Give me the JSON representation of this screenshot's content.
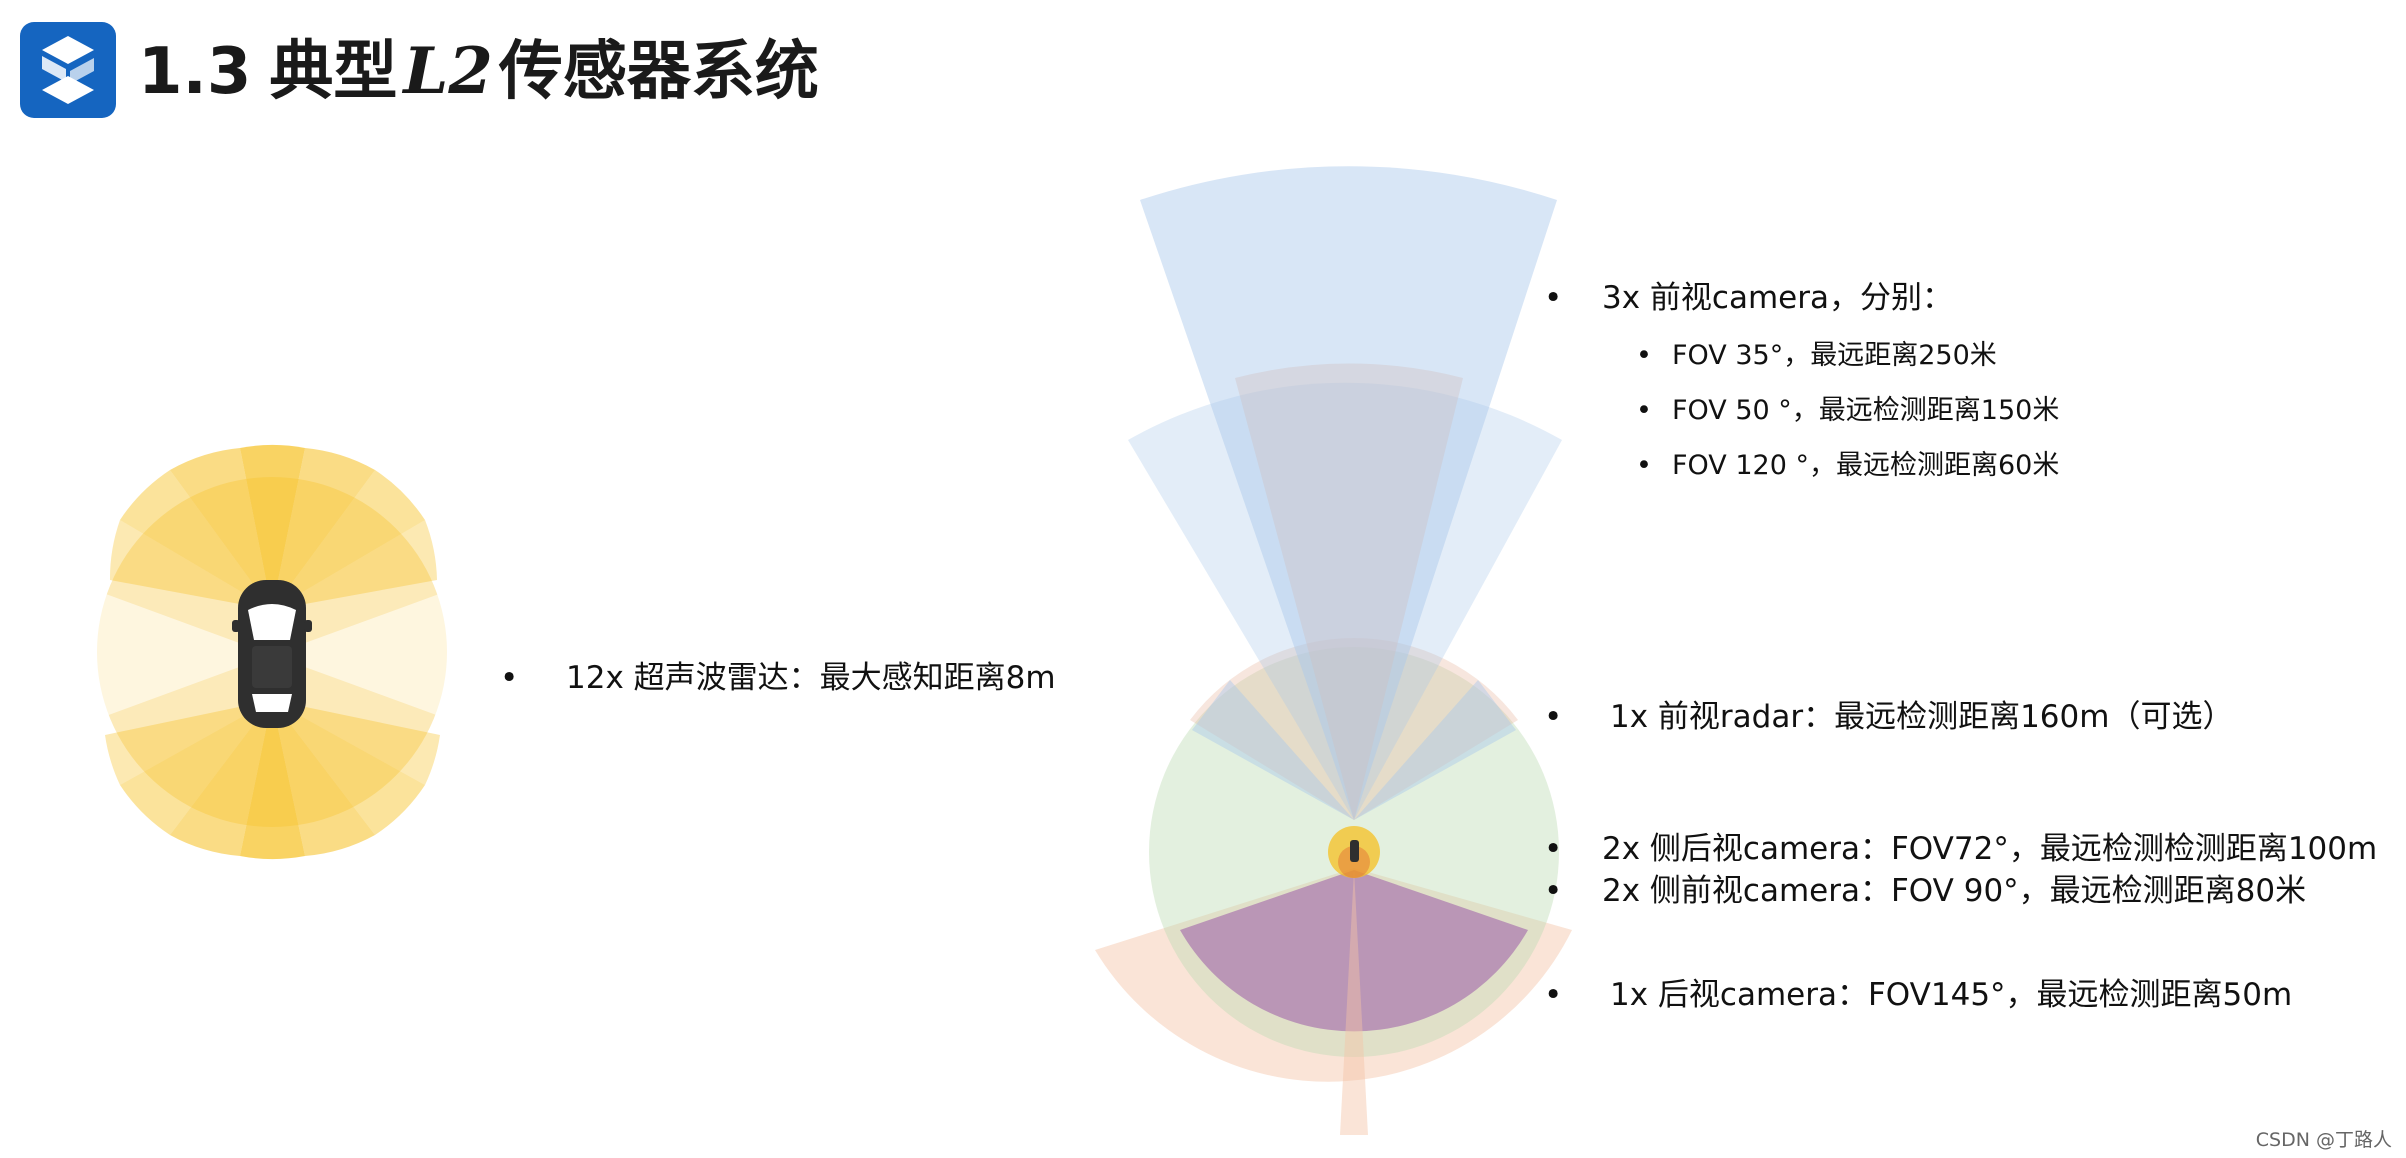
{
  "title": {
    "number": "1.3",
    "prefix": "典型",
    "italic": "L2",
    "suffix": "传感器系统"
  },
  "logo_icon": "brand-s-logo",
  "colors": {
    "logo_bg": "#1565c0",
    "ultrasonic": "#f6c021",
    "front_camera": "#a8c8ea",
    "radar": "#e9b7a1",
    "side_camera": "#bcdbb3",
    "rear_camera": "#9a5aa8",
    "rear_fan": "#f3c3a6"
  },
  "ultrasonic": {
    "bullet": "•",
    "text": "12x 超声波雷达：最大感知距离8m"
  },
  "front_camera": {
    "bullet": "•",
    "text": "3x 前视camera，分别：",
    "sub": [
      {
        "bullet": "•",
        "text": "FOV 35°，最远距离250米"
      },
      {
        "bullet": "•",
        "text": "FOV 50 °，最远检测距离150米"
      },
      {
        "bullet": "•",
        "text": "FOV 120 °，最远检测距离60米"
      }
    ]
  },
  "radar": {
    "bullet": "•",
    "text": "1x 前视radar：最远检测距离160m（可选）"
  },
  "side_rear_camera": {
    "bullet": "•",
    "text": "2x 侧后视camera：FOV72°，最远检测检测距离100m"
  },
  "side_front_camera": {
    "bullet": "•",
    "text": "2x 侧前视camera：FOV 90°，最远检测距离80米"
  },
  "rear_camera": {
    "bullet": "•",
    "text": "1x 后视camera：FOV145°，最远检测距离50m"
  },
  "watermark": "CSDN @丁路人"
}
